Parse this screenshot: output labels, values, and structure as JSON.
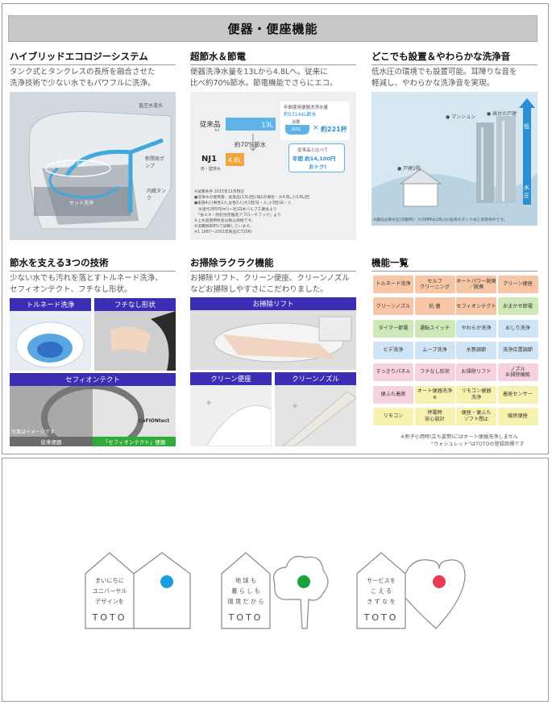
{
  "banner": {
    "title": "便器・便座機能"
  },
  "hybrid": {
    "title": "ハイブリッドエコロジーシステム",
    "desc1": "タンク式とタンクレスの長所を融合させた",
    "desc2": "洗浄技術で少ない水でもパワフルに洗浄。",
    "labels": {
      "direct": "直圧水道水",
      "tornado": "トルネード洗浄",
      "pump": "新開発ポンプ",
      "tank": "内蔵タンク",
      "set": "セット洗浄"
    }
  },
  "water": {
    "title": "超節水＆節電",
    "desc1": "便器洗浄水量を13Lから4.8Lへ。従来に",
    "desc2": "比べ約70%節水。節電機能でさらにエコ。",
    "conv_label": "従来品",
    "conv_note": "※1",
    "conv_value": "13L",
    "nj1_label": "NJ1",
    "nj1_sub": "床・壁排水",
    "nj1_value": "4.8L",
    "savings": "約70%節水",
    "annual_title": "年間使用便器洗浄水量",
    "annual_amount": "約53144L節水",
    "bath_label": "浴槽",
    "bath_size": "260L",
    "times": "×",
    "bath_count": "約221杯",
    "yen_text1": "従来品と比べて",
    "yen_text2": "年間 約14,100円",
    "yen_text3": "おトク!",
    "chart_data": {
      "type": "bar",
      "categories": [
        "従来品",
        "NJ1"
      ],
      "values": [
        13,
        4.8
      ],
      "unit": "L"
    },
    "notes": [
      "※試算条件 2015年11月現在",
      "●洗浄水の使用量：従来品(13L/回),NJ1の場合：大4.8L,小3.6L/回",
      "●家族4人(男性2人,女性2人)大1回/日・人,小3回/日・人",
      "　水道代265円/m³(一社)日本バルブ工業会より",
      "　「省エネ・防犯住宅推進アプローチブック」より",
      "※上水道使用料金は税込価格です。",
      "※消費税率8%で試算しています。",
      "※1 1987〜2001年製品(C720R)"
    ]
  },
  "install": {
    "title": "どこでも設置＆やわらかな洗浄音",
    "desc1": "低水圧の環境でも設置可能。耳障りな音を",
    "desc2": "軽減し、やわらかな洗浄音を実現。",
    "mansion": "● マンション",
    "highrise": "● 高台の戸建",
    "house": "● 戸建2階",
    "axis_low": "低",
    "axis_pressure": "水圧",
    "note": "※最低必要水圧(流動時)：0.09MPa(18L/分)従来のタンク式と同等条件です。"
  },
  "tech": {
    "title": "節水を支える3つの技術",
    "desc1": "少ない水でも汚れを落とすトルネード洗浄、",
    "desc2": "セフィオンテクト、フチなし形状。",
    "tornado": "トルネード洗浄",
    "rimless": "フチなし形状",
    "cefiontect": "セフィオンテクト",
    "image_note": "写真はイメージです",
    "conventional": "従来便器",
    "cefion_bowl": "「セフィオンテクト」便器",
    "cefion_logo": "CeFIONtect"
  },
  "cleaning": {
    "title": "お掃除ラクラク機能",
    "desc1": "お掃除リフト、クリーン便座、クリーンノズル",
    "desc2": "などお掃除しやすさにこだわりました。",
    "lift": "お掃除リフト",
    "seat": "クリーン便座",
    "nozzle": "クリーンノズル"
  },
  "features": {
    "title": "機能一覧",
    "colors": {
      "orange": "#f7c6a6",
      "green": "#cfe8b8",
      "blue": "#cfe4f4",
      "pink": "#f6d3dc",
      "yellow": "#f6f3b0"
    },
    "rows": [
      [
        {
          "label": "トルネード洗浄",
          "c": "orange"
        },
        {
          "label": "セルフ\nクリーニング",
          "c": "orange"
        },
        {
          "label": "オートパワー脱臭\n／脱臭",
          "c": "orange"
        },
        {
          "label": "クリーン便座",
          "c": "orange"
        }
      ],
      [
        {
          "label": "クリーンノズル",
          "c": "orange"
        },
        {
          "label": "抗 菌",
          "c": "orange"
        },
        {
          "label": "セフィオンテクト",
          "c": "orange"
        },
        {
          "label": "おまかせ節電",
          "c": "green"
        }
      ],
      [
        {
          "label": "タイマー節電",
          "c": "green"
        },
        {
          "label": "運転スイッチ",
          "c": "green"
        },
        {
          "label": "やわらか洗浄",
          "c": "blue"
        },
        {
          "label": "おしり洗浄",
          "c": "blue"
        }
      ],
      [
        {
          "label": "ビデ洗浄",
          "c": "blue"
        },
        {
          "label": "ムーブ洗浄",
          "c": "blue"
        },
        {
          "label": "水勢調節",
          "c": "blue"
        },
        {
          "label": "洗浄位置調節",
          "c": "blue"
        }
      ],
      [
        {
          "label": "すっきりパネル",
          "c": "pink"
        },
        {
          "label": "フチなし形状",
          "c": "pink"
        },
        {
          "label": "お掃除リフト",
          "c": "pink"
        },
        {
          "label": "ノズル\nお掃除機能",
          "c": "pink"
        }
      ],
      [
        {
          "label": "便ふた着脱",
          "c": "pink"
        },
        {
          "label": "オート便器洗浄\n※",
          "c": "yellow"
        },
        {
          "label": "リモコン便器\n洗浄",
          "c": "yellow"
        },
        {
          "label": "着座センサー",
          "c": "yellow"
        }
      ],
      [
        {
          "label": "リモコン",
          "c": "yellow"
        },
        {
          "label": "停電時\n安心設計",
          "c": "yellow"
        },
        {
          "label": "便座・便ふた\nソフト閉止",
          "c": "yellow"
        },
        {
          "label": "暖房便座",
          "c": "yellow"
        }
      ]
    ],
    "note1": "※男子小用時(立ち姿勢)にはオート便器洗浄しません",
    "note2": "\"ウォシュレット\"はTOTOの登録商標です"
  },
  "slogans": [
    {
      "lines": [
        "まいにちに",
        "ユニバーサル",
        "デザインを"
      ],
      "brand": "TOTO",
      "shape": "house",
      "dot": "#1b9ce0"
    },
    {
      "lines": [
        "地 球 も",
        "暮 ら し も",
        "環 境 だ か ら"
      ],
      "brand": "TOTO",
      "shape": "tree",
      "dot": "#1aa33a"
    },
    {
      "lines": [
        "サービスを",
        "こ え る",
        "き ず な を"
      ],
      "brand": "TOTO",
      "shape": "heart",
      "dot": "#e83a50"
    }
  ]
}
